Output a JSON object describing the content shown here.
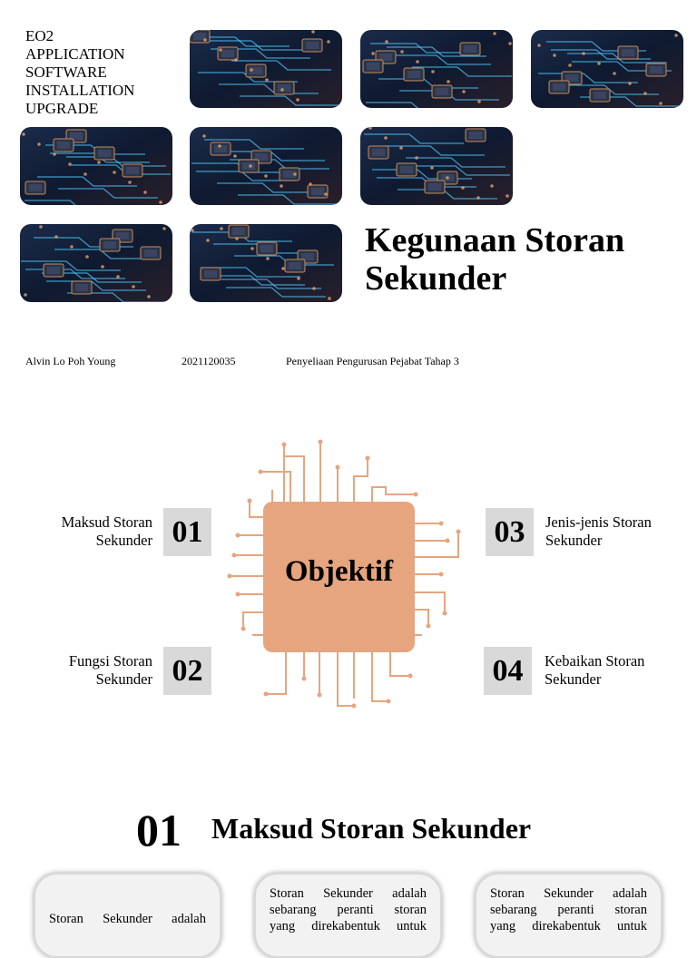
{
  "slide1": {
    "course_title": "EO2\nAPPLICATION\nSOFTWARE\nINSTALLATION\nUPGRADE",
    "title": "Kegunaan Storan Sekunder",
    "author": "Alvin Lo Poh Young",
    "student_id": "2021120035",
    "program": "Penyeliaan Pengurusan Pejabat Tahap 3"
  },
  "slide2": {
    "center_label": "Objektif",
    "objectives": [
      {
        "number": "01",
        "text": "Maksud Storan\nSekunder"
      },
      {
        "number": "02",
        "text": "Fungsi Storan\nSekunder"
      },
      {
        "number": "03",
        "text": "Jenis-jenis Storan\nSekunder"
      },
      {
        "number": "04",
        "text": "Kebaikan Storan\nSekunder"
      }
    ],
    "accent_color": "#e6a57e"
  },
  "slide3": {
    "number": "01",
    "title": "Maksud Storan Sekunder",
    "cards": [
      {
        "lines": [
          "Storan Sekunder adalah"
        ]
      },
      {
        "lines": [
          "Storan Sekunder adalah",
          "sebarang peranti storan",
          "yang direkabentuk untuk"
        ]
      },
      {
        "lines": [
          "Storan Sekunder adalah",
          "sebarang peranti storan",
          "yang direkabentuk untuk"
        ]
      }
    ]
  }
}
